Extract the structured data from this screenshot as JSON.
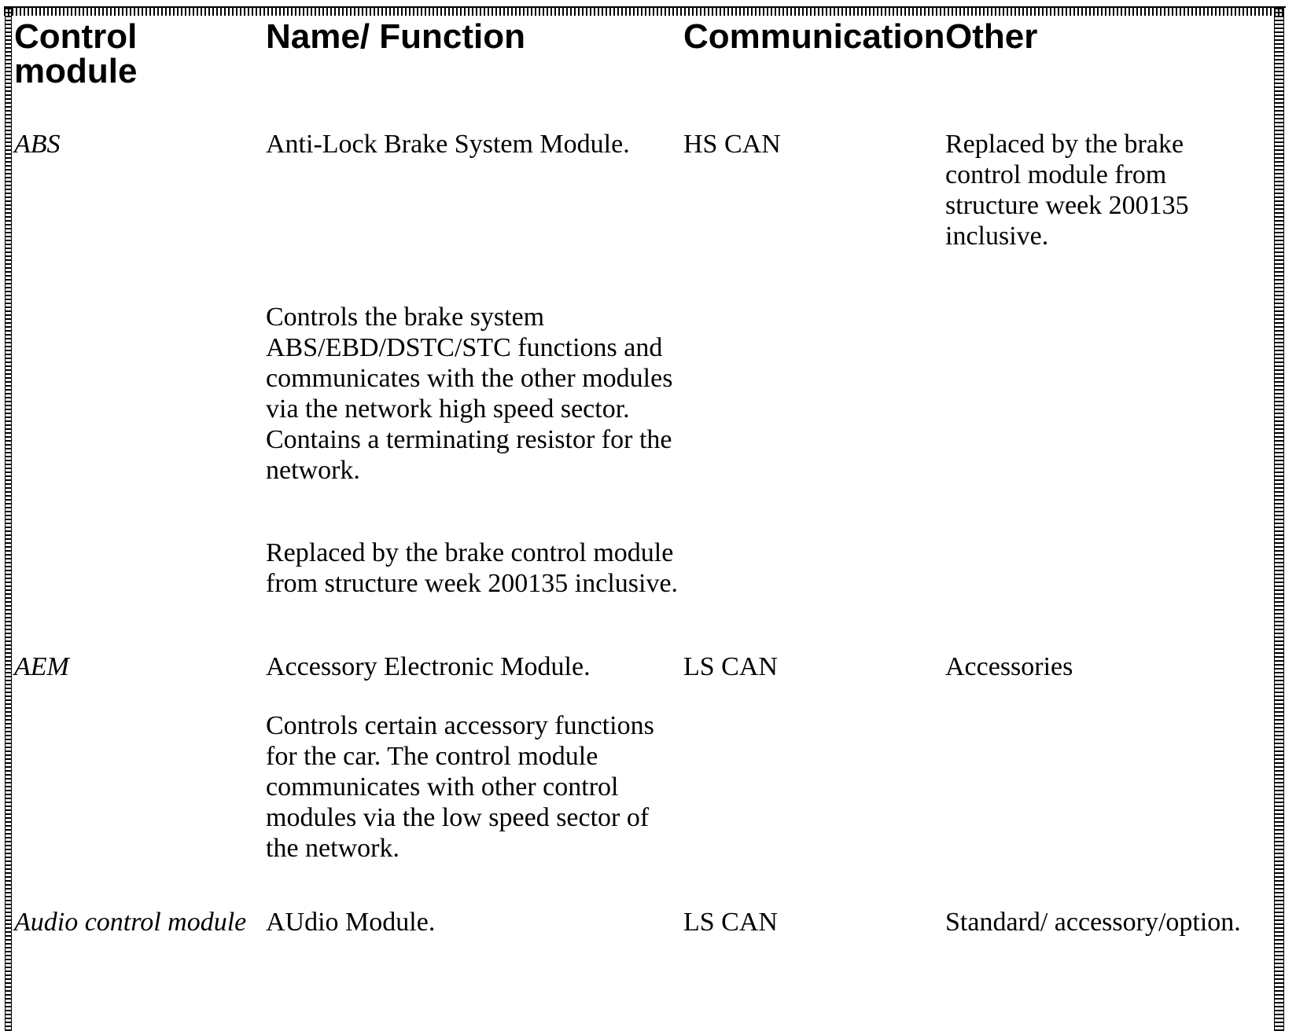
{
  "page": {
    "background": "#ffffff",
    "text_color": "#000000",
    "border_color": "#000000"
  },
  "table": {
    "headers": {
      "control_module": "Control module",
      "name_function": "Name/ Function",
      "communication": "Communication",
      "other": "Other"
    },
    "rows": [
      {
        "module": "ABS",
        "name_function": [
          "Anti-Lock Brake System Module.",
          "Controls the brake system ABS/EBD/DSTC/STC functions and communicates with the other modules via the network high speed sector. Contains a terminating resistor for the network.",
          "Replaced by the brake control module from structure week 200135 inclusive."
        ],
        "communication": "HS CAN",
        "other": "Replaced by the brake control module from structure week 200135 inclusive."
      },
      {
        "module": "AEM",
        "name_function": [
          "Accessory Electronic Module.",
          "Controls certain accessory functions for the car. The control module communicates with other control modules via the low speed sector of the network."
        ],
        "communication": "LS CAN",
        "other": "Accessories"
      },
      {
        "module": "Audio control module",
        "name_function": [
          "AUdio Module."
        ],
        "communication": "LS CAN",
        "other": "Standard/ accessory/option."
      }
    ]
  }
}
